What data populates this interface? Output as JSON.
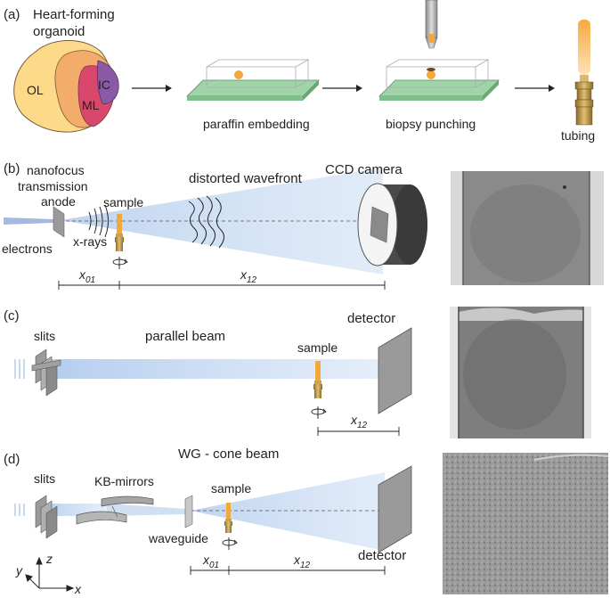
{
  "panel_a": {
    "label": "(a)",
    "title_line1": "Heart-forming",
    "title_line2": "organoid",
    "regions": [
      "OL",
      "IC",
      "ML"
    ],
    "steps": [
      "paraffin embedding",
      "biopsy punching",
      "tubing"
    ]
  },
  "panel_b": {
    "label": "(b)",
    "source_line1": "nanofocus",
    "source_line2": "transmission",
    "source_line3": "anode",
    "electrons": "electrons",
    "xrays": "x-rays",
    "sample": "sample",
    "wavefront": "distorted wavefront",
    "camera": "CCD camera",
    "dist1": "x",
    "dist1_sub": "01",
    "dist2": "x",
    "dist2_sub": "12"
  },
  "panel_c": {
    "label": "(c)",
    "slits": "slits",
    "beam": "parallel beam",
    "sample": "sample",
    "detector": "detector",
    "dist": "x",
    "dist_sub": "12"
  },
  "panel_d": {
    "label": "(d)",
    "title": "WG - cone beam",
    "slits": "slits",
    "mirrors": "KB-mirrors",
    "waveguide": "waveguide",
    "sample": "sample",
    "detector": "detector",
    "dist1": "x",
    "dist1_sub": "01",
    "dist2": "x",
    "dist2_sub": "12",
    "axis_y": "y",
    "axis_z": "z",
    "axis_x": "x"
  },
  "colors": {
    "organoid_outer": "#fdd98a",
    "organoid_mid": "#f0a060",
    "organoid_ml": "#d9476d",
    "organoid_ic": "#8a5aa8",
    "paraffin": "#9fd4a8",
    "sample": "#f2a93b",
    "beam": "#a9c4e8",
    "camera": "#4a4a4a"
  }
}
